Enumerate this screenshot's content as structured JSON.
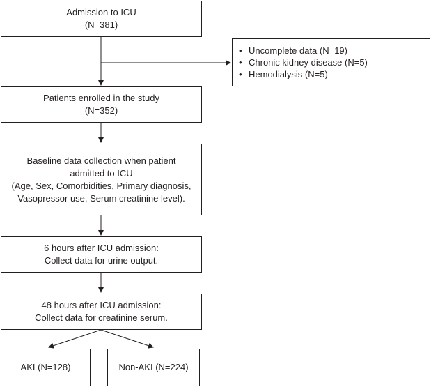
{
  "admission": {
    "title": "Admission to ICU",
    "count": "(N=381)"
  },
  "exclusion": {
    "items": [
      {
        "label": "Uncomplete data (N=19)"
      },
      {
        "label": "Chronic kidney disease (N=5)"
      },
      {
        "label": "Hemodialysis (N=5)"
      }
    ],
    "bullet": "•"
  },
  "enrolled": {
    "title": "Patients enrolled in the study",
    "count": "(N=352)"
  },
  "baseline": {
    "line1": "Baseline data collection when patient",
    "line2": "admitted to ICU",
    "line3": "(Age, Sex, Comorbidities, Primary diagnosis,",
    "line4": "Vasopressor use, Serum creatinine level)."
  },
  "six_hours": {
    "line1": "6 hours after ICU admission:",
    "line2": "Collect data for urine output."
  },
  "forty_eight_hours": {
    "line1": "48 hours after ICU admission:",
    "line2": "Collect data for creatinine serum."
  },
  "aki": {
    "label": "AKI (N=128)"
  },
  "non_aki": {
    "label": "Non-AKI (N=224)"
  },
  "colors": {
    "line": "#231f20",
    "box_fill": "#ffffff"
  }
}
